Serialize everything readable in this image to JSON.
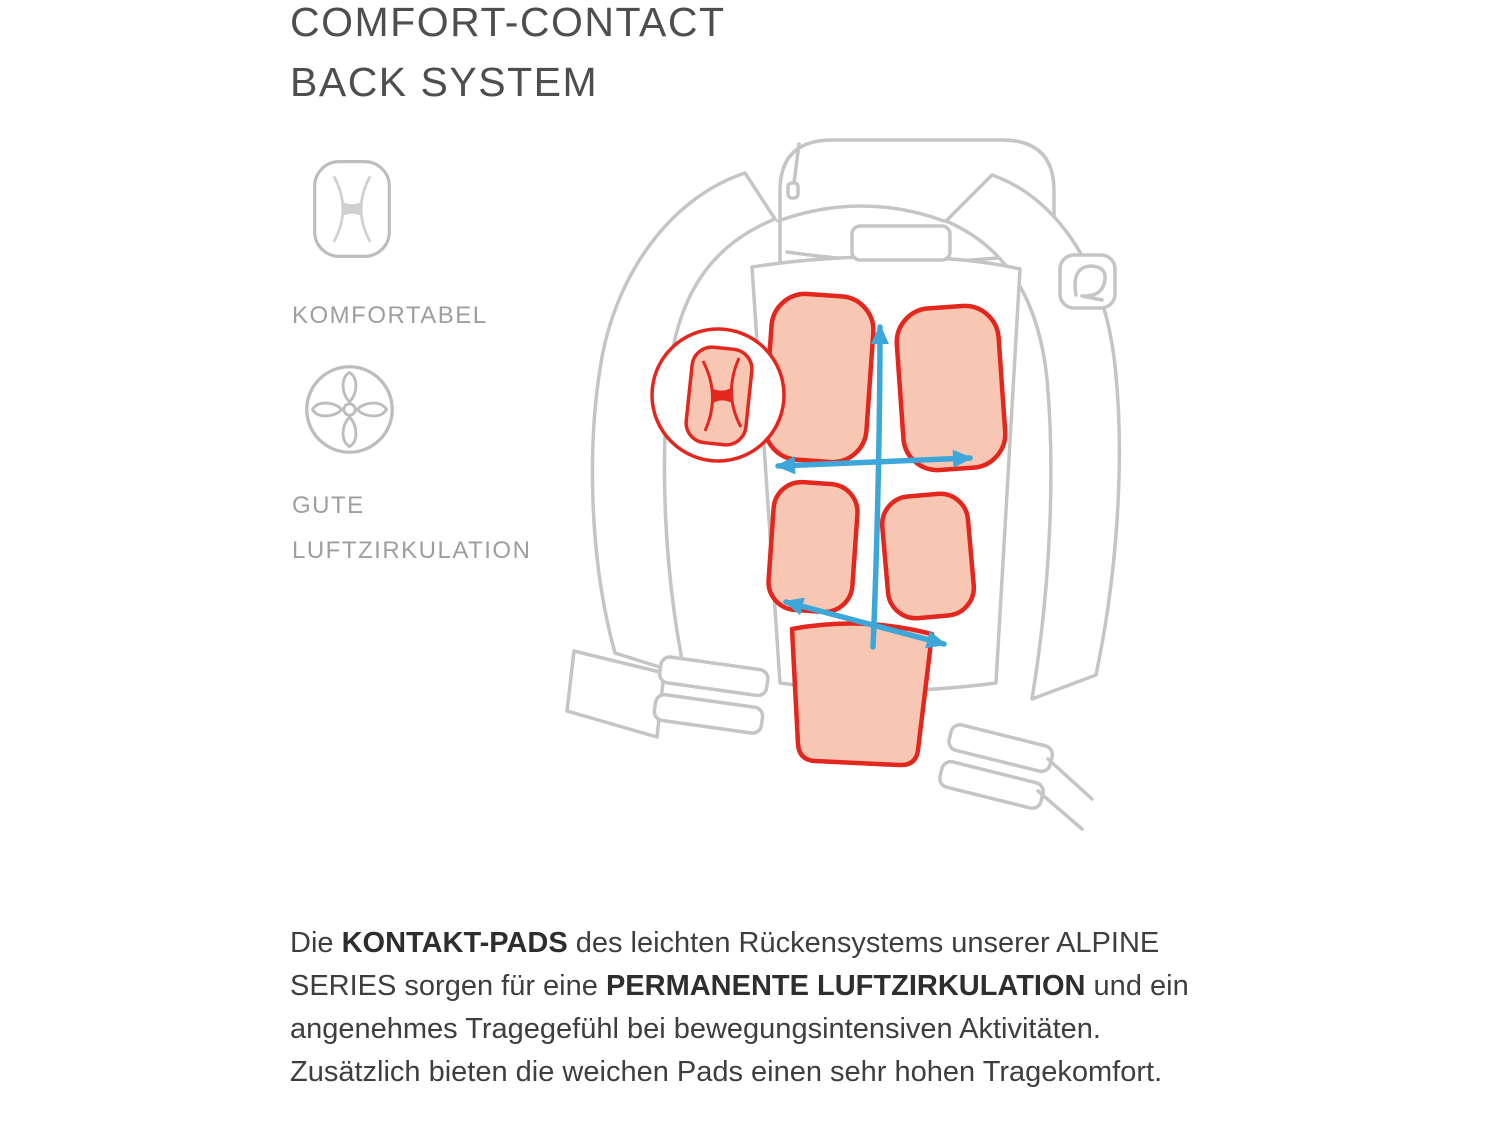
{
  "title": {
    "line1": "COMFORT-CONTACT",
    "line2": "BACK SYSTEM"
  },
  "features": [
    {
      "icon": "comfort-pad-icon",
      "label": "KOMFORTABEL"
    },
    {
      "icon": "air-circulation-fan-icon",
      "label": "GUTE LUFTZIRKULATION"
    }
  ],
  "diagram": {
    "subject": "backpack-back-system",
    "pad_count": 6,
    "icons": [
      "backpack-outline",
      "contact-pads",
      "airflow-arrows",
      "zoom-detail-circle",
      "brand-logo"
    ]
  },
  "description": {
    "segments": [
      {
        "text": "Die ",
        "bold": false
      },
      {
        "text": "KONTAKT-PADS",
        "bold": true
      },
      {
        "text": " des leichten Rückensystems unserer ALPINE SERIES sorgen für eine ",
        "bold": false
      },
      {
        "text": "PERMANENTE LUFTZIRKULA­TION",
        "bold": true
      },
      {
        "text": " und ein angenehmes Tragegefühl bei bewegungsintensiven Aktivitäten. Zusätzlich bieten die weichen Pads einen sehr hohen Tragekomfort.",
        "bold": false
      }
    ]
  },
  "colors": {
    "pad_fill": "#f8c7b4",
    "pad_stroke": "#e3271e",
    "arrow_blue": "#3ea7d9",
    "outline_gray": "#c5c5c5",
    "icon_gray": "#bdbdbd",
    "title_gray": "#4e4e4e",
    "label_gray": "#9e9e9e",
    "text_dark": "#3e3e3e"
  }
}
